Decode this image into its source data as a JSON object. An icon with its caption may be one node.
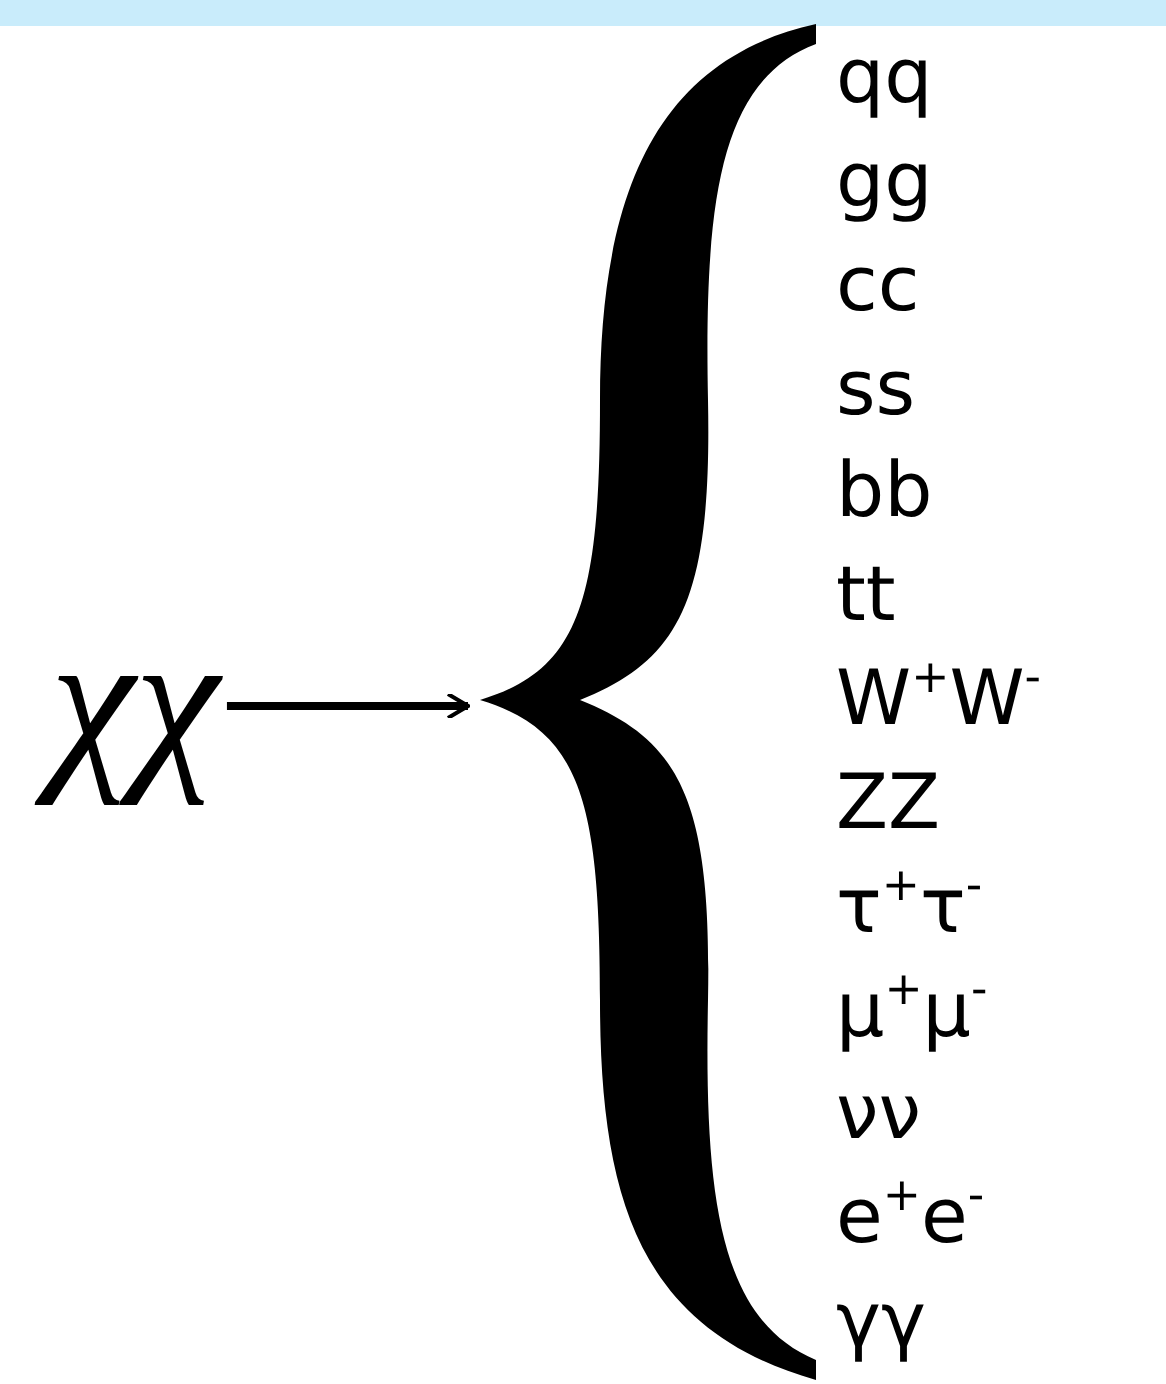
{
  "diagram": {
    "nodes": [
      {
        "text": [
          "χχ"
        ]
      },
      {
        "text": [
          "qq",
          "gg",
          "cc",
          "ss",
          "bb",
          "tt",
          "W$^{+}$W$^{-}$",
          "ZZ",
          "τ$^{+}$τ$^{-}$",
          "μ$^{+}$μ$^{-}$",
          "νν",
          "e$^{+}$e$^{-}$",
          "γγ"
        ]
      }
    ],
    "edges": [
      {
        "from": 0,
        "to": 1,
        "arrow": "to"
      }
    ]
  }
}
